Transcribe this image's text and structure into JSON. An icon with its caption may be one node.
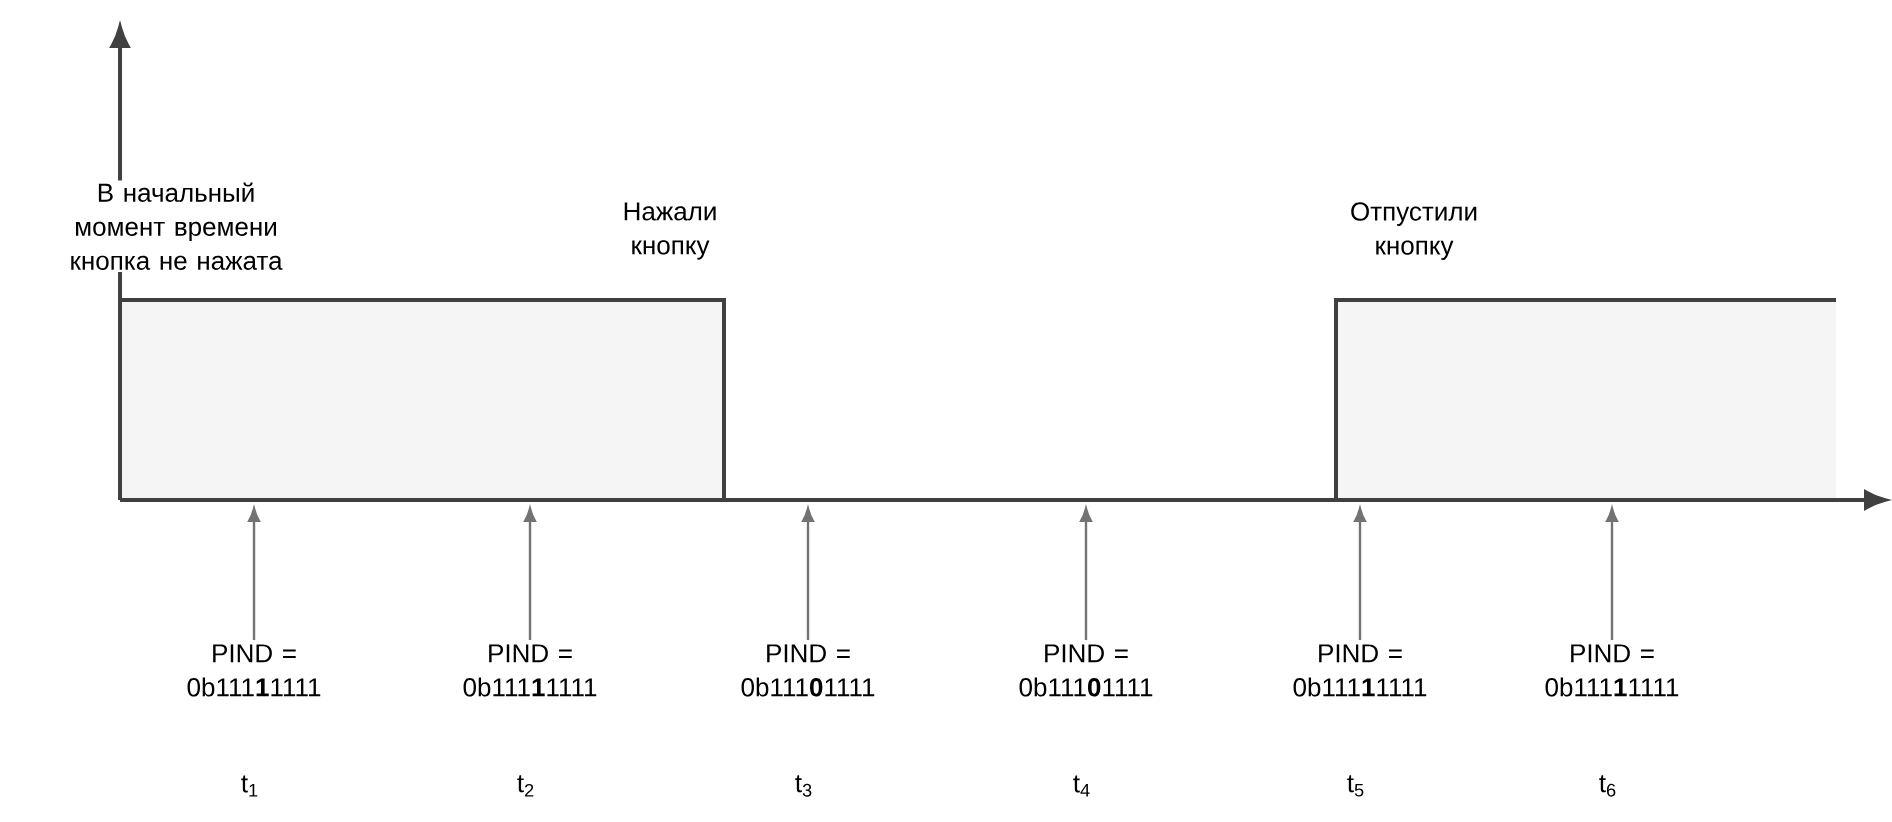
{
  "diagram": {
    "nodes": [
      {
        "text": [
          "PIND = 0b111**1**1111"
        ]
      },
      {
        "text": [
          "PIND = 0b111**1**1111"
        ]
      },
      {
        "text": [
          "PIND = 0b111**0**1111"
        ]
      },
      {
        "text": [
          "PIND = 0b111**0**1111"
        ]
      },
      {
        "text": [
          "PIND = 0b111**1**1111"
        ]
      },
      {
        "text": [
          "PIND = 0b111**1**1111"
        ]
      }
    ],
    "edges": [
      {
        "from": 0,
        "to": null,
        "arrow": "to"
      },
      {
        "from": 1,
        "to": null,
        "arrow": "to"
      },
      {
        "from": 2,
        "to": null,
        "arrow": "to"
      },
      {
        "from": 3,
        "to": null,
        "arrow": "to"
      },
      {
        "from": 4,
        "to": null,
        "arrow": "to"
      },
      {
        "from": 5,
        "to": null,
        "arrow": "to"
      }
    ],
    "labels": [
      "В начальный момент времени кнопка не нажата",
      "Нажали кнопку",
      "Отпустили кнопку",
      "t$_{1}$",
      "t$_{2}$",
      "t$_{3}$",
      "t$_{4}$",
      "t$_{5}$",
      "t$_{6}$"
    ]
  }
}
